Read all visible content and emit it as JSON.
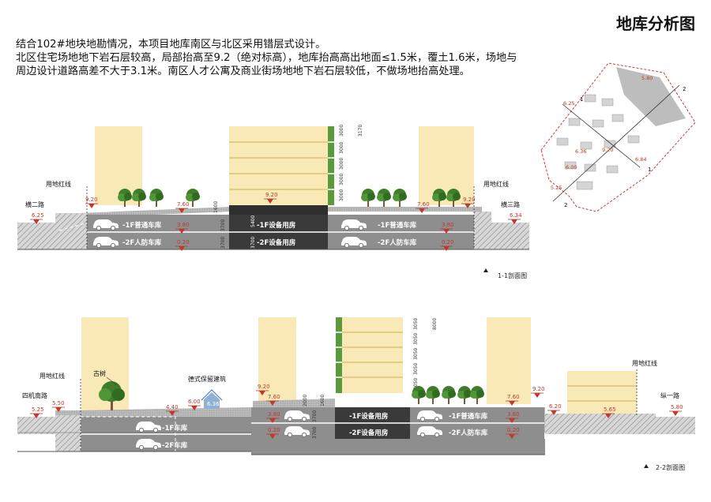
{
  "page": {
    "title": "地库分析图",
    "intro": [
      "结合102#地块地勘情况，本项目地库南区与北区采用错层式设计。",
      "北区住宅场地地下岩石层较高，局部抬高至9.2（绝对标高），地库抬高高出地面≤1.5米，覆土1.6米，场地与",
      "周边设计道路高差不大于3.1米。南区人才公寓及商业街场地地下岩石层较低，不做场地抬高处理。"
    ]
  },
  "section1": {
    "caption": "1-1剖面图",
    "road_left": "横二路",
    "road_right": "横三路",
    "redline_left": "用地红线",
    "redline_right": "用地红线",
    "levels": {
      "road_left": "6.25",
      "edge_left": "9.20",
      "deck_left": "7.60",
      "core_top": "9.20",
      "deck_right": "7.60",
      "edge_right": "9.20",
      "road_right": "6.34",
      "b1_left": "3.80",
      "b2_left": "0.20",
      "b1_right": "3.80",
      "b2_right": "0.20"
    },
    "rooms": {
      "left_b1": "-1F普通车库",
      "left_b2": "-2F人防车库",
      "mid_b1": "-1F设备用房",
      "mid_b2": "-2F设备用房",
      "right_b1": "-1F普通车库",
      "right_b2": "-2F人防车库"
    },
    "dims": {
      "floor_h": "3000",
      "floor_h_top": "3000",
      "total": "3170",
      "b1_h": "3700",
      "b2_h": "3700",
      "core_h": "5400",
      "slab": "1600"
    }
  },
  "section2": {
    "caption": "2-2剖面图",
    "road_left": "四机南路",
    "road_right": "纵一路",
    "redline_left": "用地红线",
    "redline_right": "用地红线",
    "tree_label": "古树",
    "heritage_label": "德式保留建筑",
    "levels": {
      "road_left": "5.25",
      "edge_left": "5.50",
      "ramp": "4.40",
      "heritage_base": "6.00",
      "heritage": "6.36",
      "deck_left_top": "9.20",
      "deck_left": "7.60",
      "deck_right": "7.60",
      "edge_right": "9.20",
      "plaza": "6.20",
      "shop": "5.65",
      "road_right": "5.80",
      "b1_mid": "3.80",
      "b2_mid": "0.20",
      "b1_right": "3.80",
      "b2_right": "0.20"
    },
    "rooms": {
      "left_b1": "-1F车库",
      "left_b2": "-2F车库",
      "mid_b1": "-1F设备用房",
      "mid_b2": "-2F设备用房",
      "right_b1": "-1F普通车库",
      "right_b2": "-2F人防车库"
    },
    "dims": {
      "floor_h": "3050",
      "total": "8000",
      "b1_h": "3700",
      "b2_h": "3700",
      "slab": "1600",
      "top": "2000"
    }
  },
  "keyplan": {
    "levels": [
      "5.80",
      "6.25",
      "6.36",
      "9.20",
      "6.00",
      "6.84",
      "5.25"
    ],
    "section_marks": [
      "1",
      "1",
      "2",
      "2"
    ]
  },
  "colors": {
    "tower": "#f8e9b6",
    "tower_line": "#e3cd86",
    "dark_band": "#2f2f2f",
    "green_strip": "#5a9a3a",
    "hatch": "#bdbdbd",
    "marker": "#c0392b",
    "garage_fill": "#8e8e8e"
  }
}
